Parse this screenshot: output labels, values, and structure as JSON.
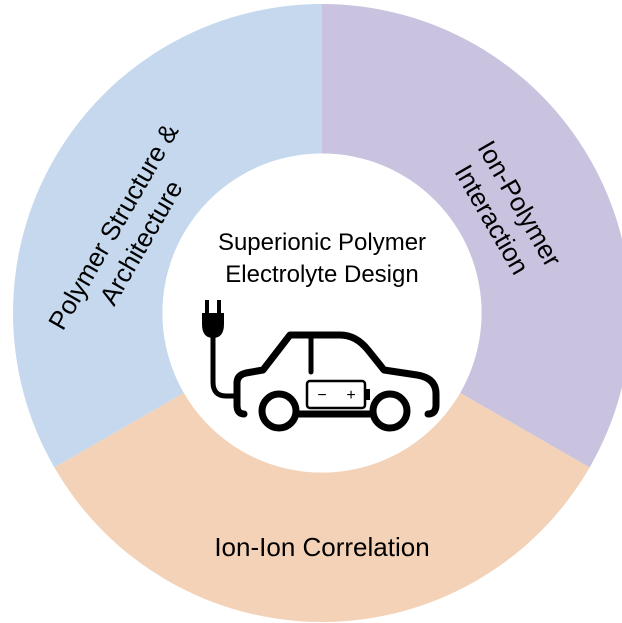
{
  "center": {
    "title_line1": "Superionic Polymer",
    "title_line2": "Electrolyte Design",
    "icon": "electric-car-icon",
    "battery_minus": "−",
    "battery_plus": "+"
  },
  "segments": {
    "left": {
      "line1": "Polymer Structure &",
      "line2": "Architecture",
      "color": "#c5d8ee"
    },
    "right": {
      "line1": "Ion-Polymer",
      "line2": "Interaction",
      "color": "#c9c3df"
    },
    "bottom": {
      "label": "Ion-Ion Correlation",
      "color": "#f3d2b7"
    }
  }
}
